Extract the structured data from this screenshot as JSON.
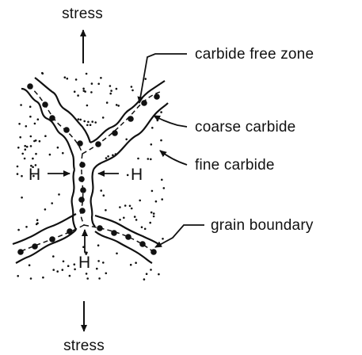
{
  "labels": {
    "stress_top": "stress",
    "stress_bottom": "stress",
    "carbide_free_zone": "carbide free zone",
    "coarse_carbide": "coarse carbide",
    "fine_carbide": "fine carbide",
    "grain_boundary": "grain boundary",
    "h_left": "H",
    "h_right": "H",
    "h_bottom": "H"
  },
  "colors": {
    "ink": "#111111",
    "background": "#ffffff"
  }
}
